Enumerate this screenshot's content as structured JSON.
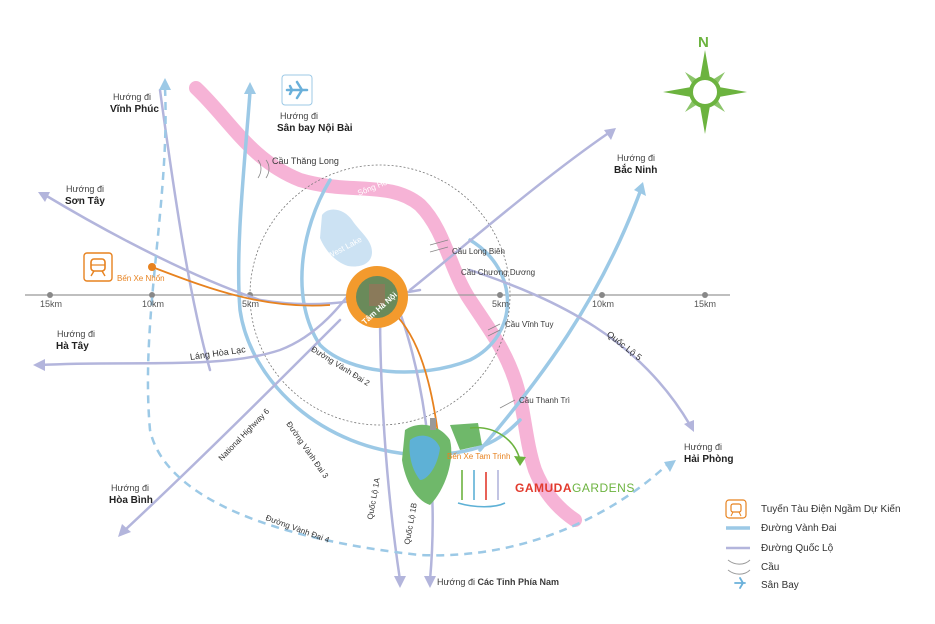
{
  "compass": {
    "label": "N",
    "color": "#6cb33f"
  },
  "colors": {
    "ring_road": "#9cc9e6",
    "national_road": "#b3b5dc",
    "river": "#f4a6cf",
    "metro": "#e7821f",
    "lake": "#c6dff2"
  },
  "scale_labels": [
    "15km",
    "10km",
    "5km",
    "5km",
    "10km",
    "15km"
  ],
  "destinations": {
    "vinh_phuc": {
      "sub": "Hướng đi",
      "main": "Vĩnh Phúc"
    },
    "noi_bai": {
      "sub": "Hướng đi",
      "main": "Sân bay Nội Bài"
    },
    "bac_ninh": {
      "sub": "Hướng đi",
      "main": "Bắc Ninh"
    },
    "son_tay": {
      "sub": "Hướng đi",
      "main": "Sơn Tây"
    },
    "ha_tay": {
      "sub": "Hướng đi",
      "main": "Hà Tây"
    },
    "hoa_binh": {
      "sub": "Hướng đi",
      "main": "Hòa Bình"
    },
    "hai_phong": {
      "sub": "Hướng đi",
      "main": "Hải Phòng"
    },
    "phia_nam": {
      "sub": "Hướng đi",
      "main": "Các Tỉnh Phía Nam"
    }
  },
  "labels": {
    "cau_thang_long": "Cầu Thăng Long",
    "song_hong": "Sông Hồng",
    "west_lake": "West Lake",
    "cau_long_bien": "Cầu Long Biên",
    "cau_chuong_duong": "Cầu Chương Dương",
    "cau_vinh_tuy": "Cầu Vĩnh Tuy",
    "cau_thanh_tri": "Cầu Thanh Trì",
    "quoc_lo_5": "Quốc Lộ 5",
    "ben_xe_nhon": "Bến Xe Nhổn",
    "ben_xe_tam_trinh": "Bến Xe Tam Trinh",
    "lang_hoa_lac": "Láng Hòa Lạc",
    "duong_vanh_dai_2": "Đường Vành Đai 2",
    "duong_vanh_dai_3": "Đường Vành Đai 3",
    "duong_vanh_dai_4": "Đường Vành Đai 4",
    "national_highway_6": "National Highway 6",
    "quoc_lo_1a": "Quốc Lộ 1A",
    "quoc_lo_1b": "Quốc Lộ 1B",
    "trung_tam": "Trung Tâm Hà Nội"
  },
  "brand": {
    "name_bold": "GAMUDA",
    "name_light": "GARDENS",
    "bold_color": "#e23b2e",
    "light_color": "#6cb33f"
  },
  "legend": [
    {
      "icon": "metro-icon",
      "label": "Tuyến Tàu Điện Ngầm Dự Kiến"
    },
    {
      "icon": "ring-road-line",
      "label": "Đường Vành Đai"
    },
    {
      "icon": "national-road-line",
      "label": "Đường Quốc Lộ"
    },
    {
      "icon": "bridge-mark",
      "label": "Cầu"
    },
    {
      "icon": "airport-icon",
      "label": "Sân Bay"
    }
  ]
}
